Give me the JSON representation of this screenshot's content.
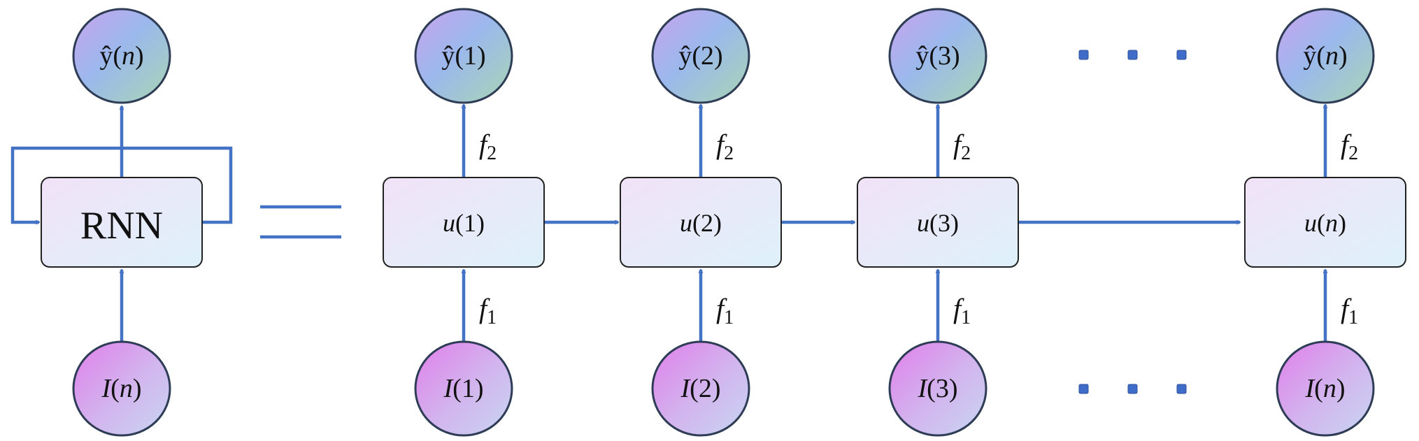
{
  "rnn": {
    "box_label": "RNN",
    "output": {
      "hat": "ŷ",
      "open": "(",
      "var": "n",
      "close": ")"
    },
    "input": {
      "var": "I",
      "open": "(",
      "idx": "n",
      "close": ")"
    }
  },
  "equals": "=",
  "columns": [
    {
      "out_hat": "ŷ",
      "out_idx": "(1)",
      "box_var": "u",
      "box_idx": "(1)",
      "in_var": "I",
      "in_idx": "(1)"
    },
    {
      "out_hat": "ŷ",
      "out_idx": "(2)",
      "box_var": "u",
      "box_idx": "(2)",
      "in_var": "I",
      "in_idx": "(2)"
    },
    {
      "out_hat": "ŷ",
      "out_idx": "(3)",
      "box_var": "u",
      "box_idx": "(3)",
      "in_var": "I",
      "in_idx": "(3)"
    },
    {
      "out_hat": "ŷ",
      "out_var": "n",
      "box_var": "u",
      "box_n": "n",
      "in_var": "I",
      "in_n": "n"
    }
  ],
  "f2": {
    "f": "f",
    "sub": "2"
  },
  "f1": {
    "f": "f",
    "sub": "1"
  },
  "colors": {
    "arrow": "#4472C4",
    "border": "#2E3C55",
    "dots": "#3F6CC9"
  },
  "icons": [
    "ellipsis-dots-top",
    "ellipsis-dots-bottom"
  ]
}
